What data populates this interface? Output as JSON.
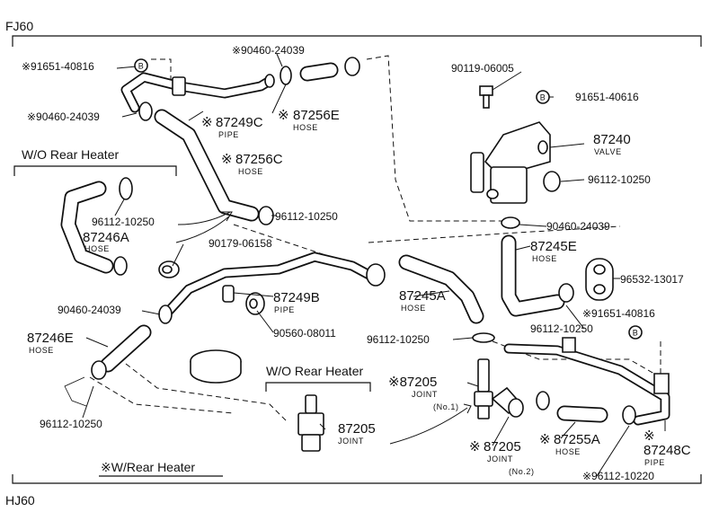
{
  "models": {
    "top": "FJ60",
    "bottom": "HJ60"
  },
  "sections": {
    "wo_rear_heater_left": "W/O Rear Heater",
    "wo_rear_heater_mid": "W/O Rear Heater",
    "w_rear_heater": "※W/Rear Heater"
  },
  "callouts": {
    "p91651_40816_top": "※91651-40816",
    "p90460_24039_top": "※90460-24039",
    "p90460_24039_left": "※90460-24039",
    "p87249C": "87249C",
    "p87249C_mark": "※",
    "p87249C_type": "PIPE",
    "p87256E": "87256E",
    "p87256E_mark": "※",
    "p87256E_type": "HOSE",
    "p87256C": "87256C",
    "p87256C_mark": "※",
    "p87256C_type": "HOSE",
    "p96112_10250_a": "96112-10250",
    "p96112_10250_b": "96112-10250",
    "p87246A": "87246A",
    "p87246A_type": "HOSE",
    "p90179_06158": "90179-06158",
    "p87249B": "87249B",
    "p87249B_type": "PIPE",
    "p90460_24039_c": "90460-24039",
    "p90560_08011": "90560-08011",
    "p87246E": "87246E",
    "p87246E_type": "HOSE",
    "p96112_10250_c": "96112-10250",
    "p90119_06005": "90119-06005",
    "p91651_40616": "91651-40616",
    "p87240": "87240",
    "p87240_type": "VALVE",
    "p96112_10250_d": "96112-10250",
    "p90460_24039_d": "90460-24039",
    "p87245E": "87245E",
    "p87245E_type": "HOSE",
    "p96532_13017": "96532-13017",
    "p87245A": "87245A",
    "p87245A_type": "HOSE",
    "p96112_10250_e": "96112-10250",
    "p91651_40816_b": "※91651-40816",
    "p96112_10250_f": "96112-10250",
    "p87205_joint1": "※87205",
    "p87205_joint1_type": "JOINT",
    "p87205_joint1_no": "(No.1)",
    "p87205_mid": "87205",
    "p87205_mid_type": "JOINT",
    "p87205_joint2": "87205",
    "p87205_joint2_mark": "※",
    "p87205_joint2_type": "JOINT",
    "p87205_joint2_no": "(No.2)",
    "p87255A": "87255A",
    "p87255A_mark": "※",
    "p87255A_type": "HOSE",
    "p87248C": "87248C",
    "p87248C_mark": "※",
    "p87248C_type": "PIPE",
    "p96112_10220": "※96112-10220",
    "mark_B": "B"
  }
}
